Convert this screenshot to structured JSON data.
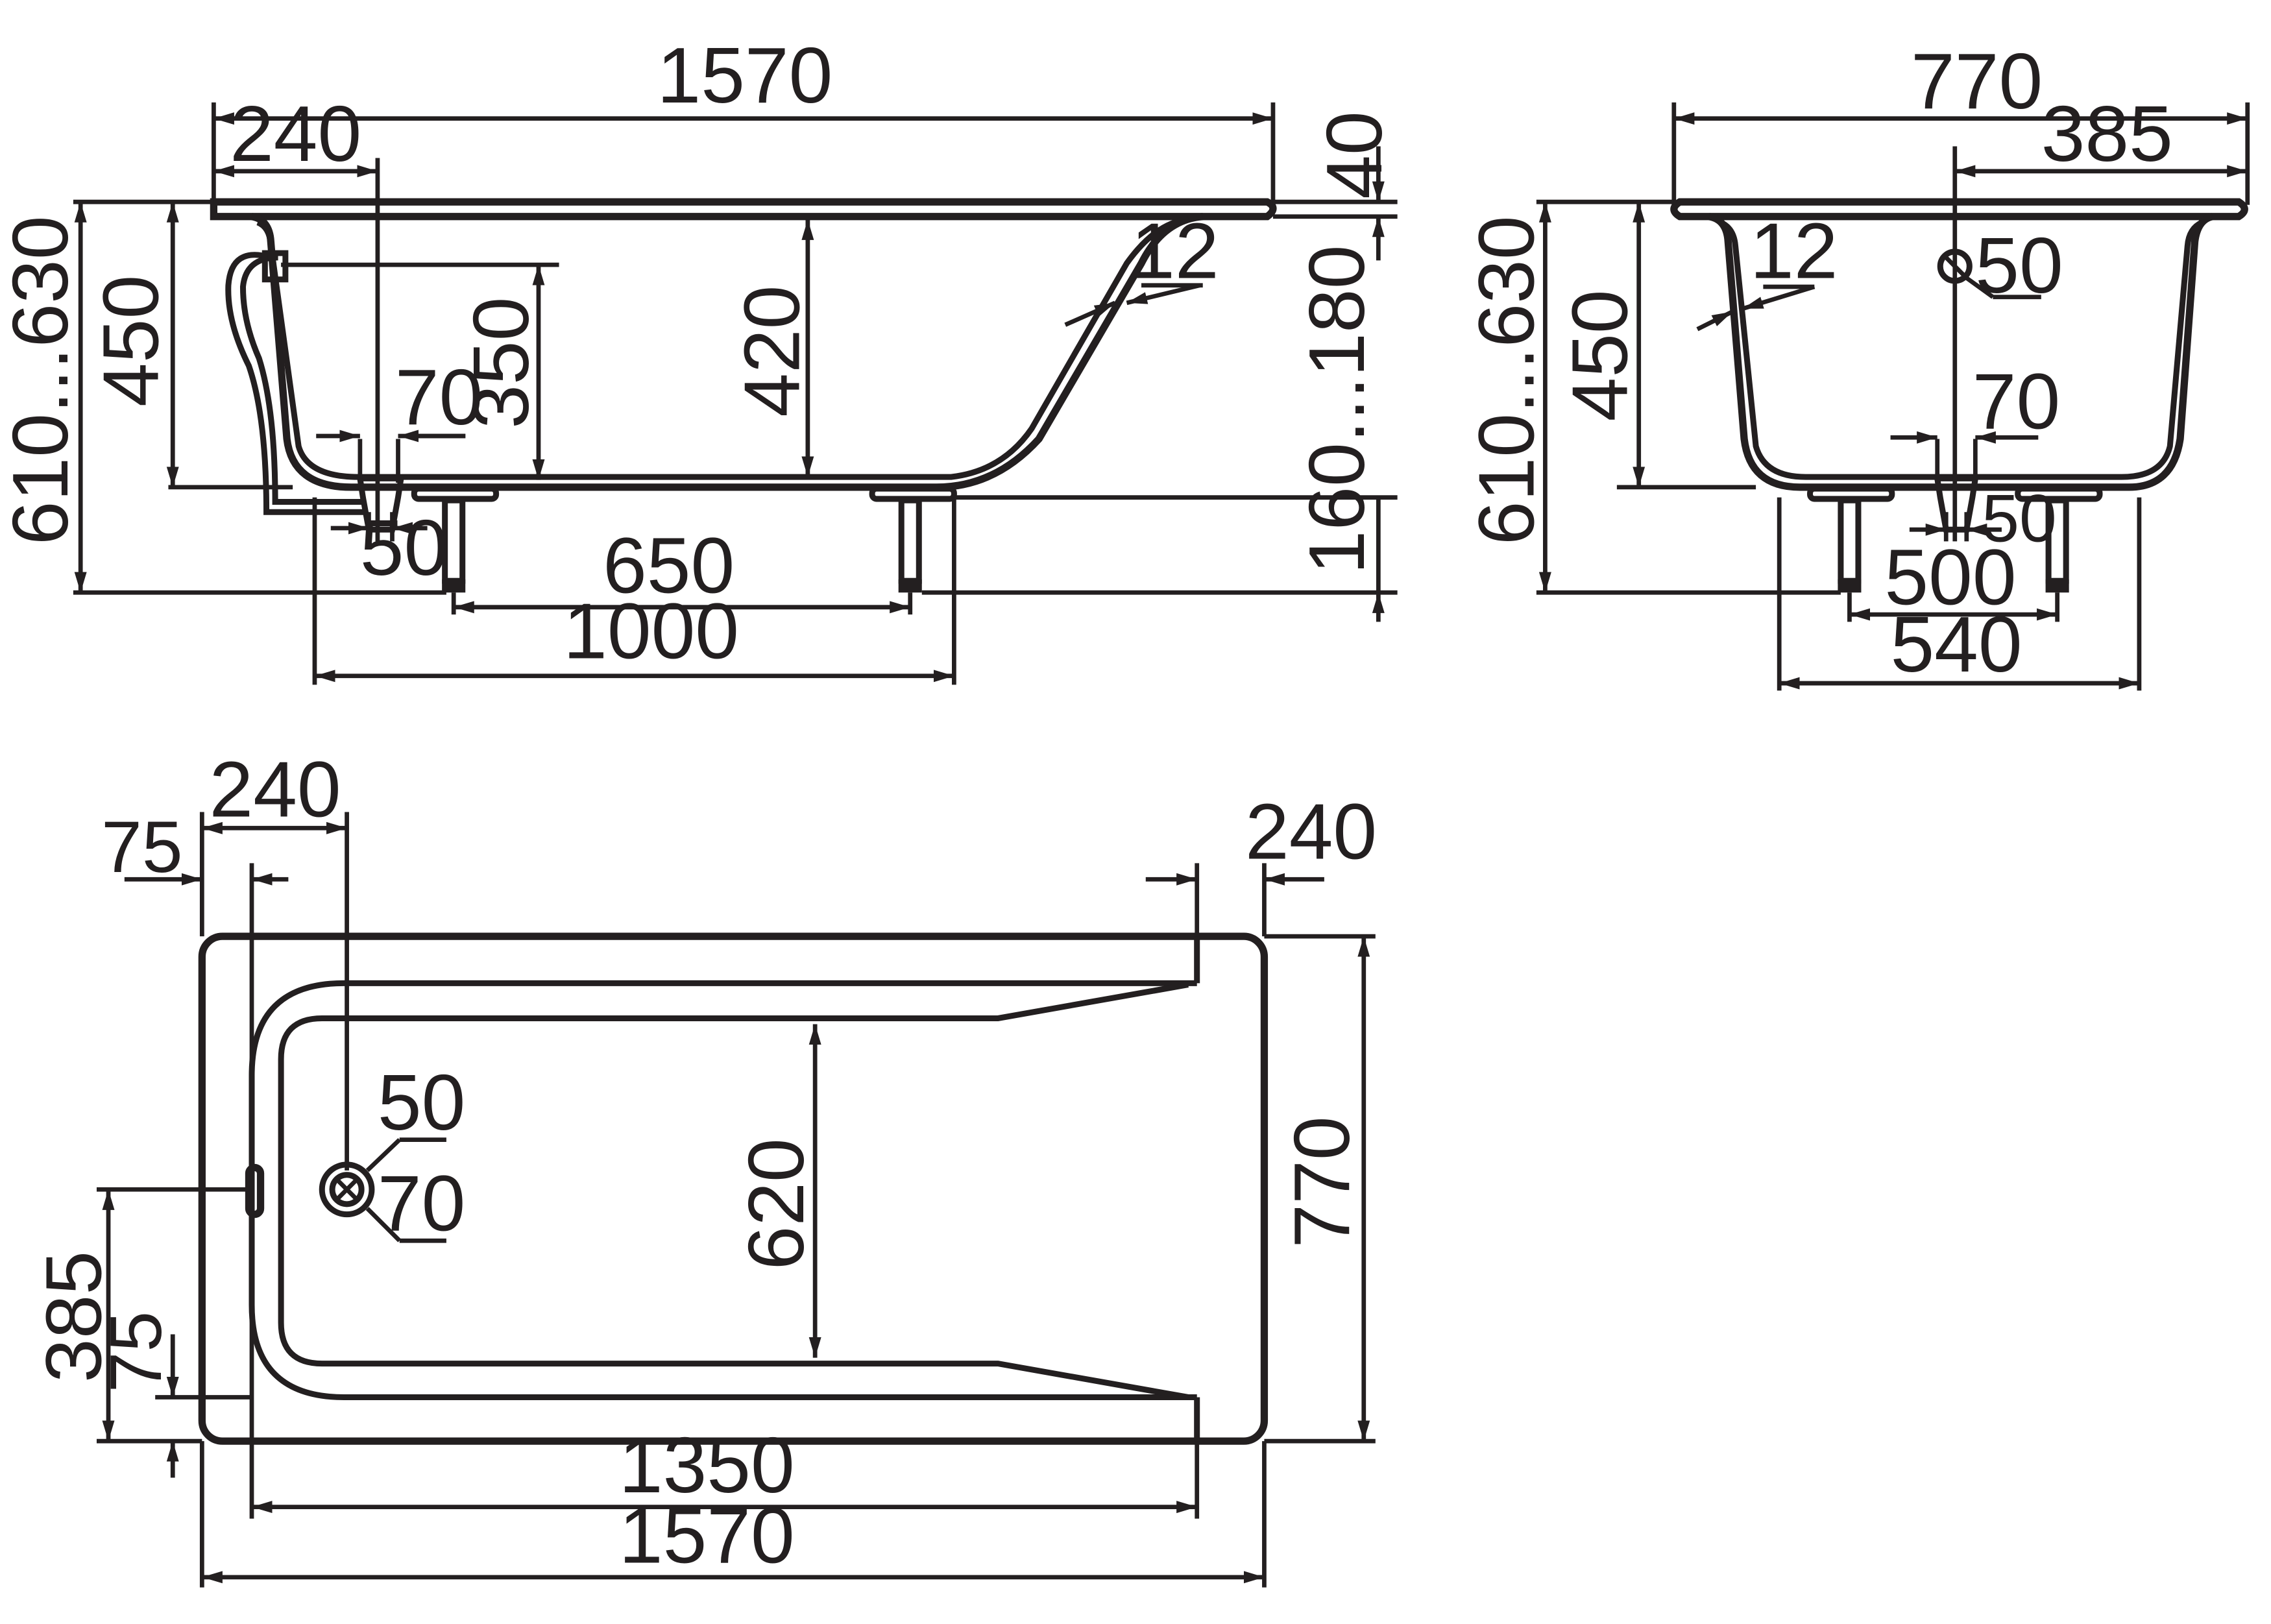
{
  "colors": {
    "line": "#231f20",
    "background": "#ffffff"
  },
  "side_view": {
    "overall_length": "1570",
    "drain_offset": "240",
    "rim_thickness": "40",
    "total_height": "610...630",
    "tub_height": "450",
    "overflow_height": "350",
    "inner_depth": "420",
    "wall_thickness": "12",
    "drain_outer_diameter": "70",
    "drain_inner_diameter": "50",
    "leg_adjustment": "160...180",
    "leg_spacing": "650",
    "frame_length": "1000"
  },
  "end_view": {
    "overall_width": "770",
    "half_width": "385",
    "total_height": "610...630",
    "tub_height": "450",
    "wall_thickness": "12",
    "overflow_diameter": "50",
    "drain_outer_diameter": "70",
    "drain_inner_diameter": "50",
    "leg_spacing": "500",
    "frame_width": "540"
  },
  "plan_view": {
    "drain_offset": "240",
    "rim_left": "75",
    "rim_right": "240",
    "overflow_diameter": "50",
    "drain_diameter": "70",
    "inner_width": "620",
    "overall_width": "770",
    "half_width": "385",
    "rim_side": "75",
    "inner_length": "1350",
    "overall_length": "1570"
  }
}
